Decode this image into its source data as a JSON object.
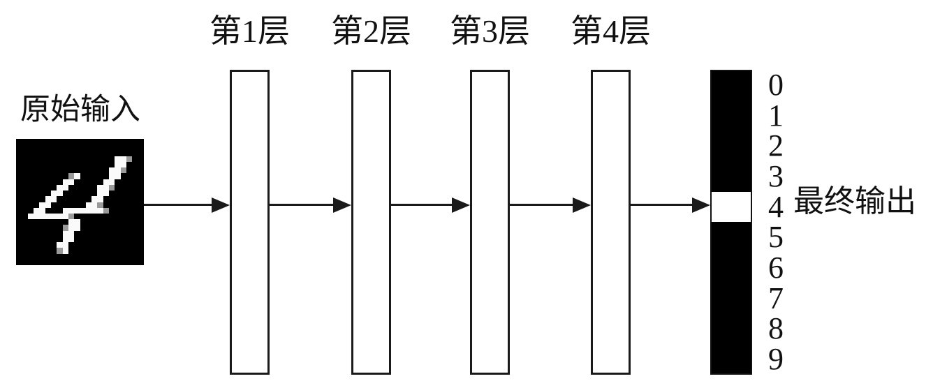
{
  "diagram": {
    "title_implicit": "4-layer neural network classifying a handwritten digit",
    "input": {
      "label": "原始输入",
      "image_alt": "handwritten-digit-4",
      "palette": {
        ".": "#000000",
        "#": "#fafafa",
        "+": "#9a9a9a"
      },
      "pixels": [
        "......................",
        "......................",
        "......................",
        ".................##+..",
        ".................##...",
        "................##+...",
        ".........+#.....##....",
        "........##.....##.....",
        ".......##.....##+.....",
        "......##......##......",
        ".....##......##.......",
        "....##......##+.......",
        "...##...#######+......",
        "..#######+............",
        ".........##...........",
        "........+##...........",
        "........##............",
        "........##............",
        ".......##.............",
        ".......+#.............",
        "......................",
        "......................"
      ]
    },
    "layers": [
      {
        "label": "第1层"
      },
      {
        "label": "第2层"
      },
      {
        "label": "第3层"
      },
      {
        "label": "第4层"
      }
    ],
    "output": {
      "label": "最终输出",
      "classes": [
        "0",
        "1",
        "2",
        "3",
        "4",
        "5",
        "6",
        "7",
        "8",
        "9"
      ],
      "predicted_class": "4",
      "predicted_index": 4,
      "active_cell_color": "#ffffff",
      "inactive_cell_color": "#000000"
    },
    "arrows": {
      "count": 5,
      "direction": "right",
      "color": "#1a1a1a"
    }
  }
}
